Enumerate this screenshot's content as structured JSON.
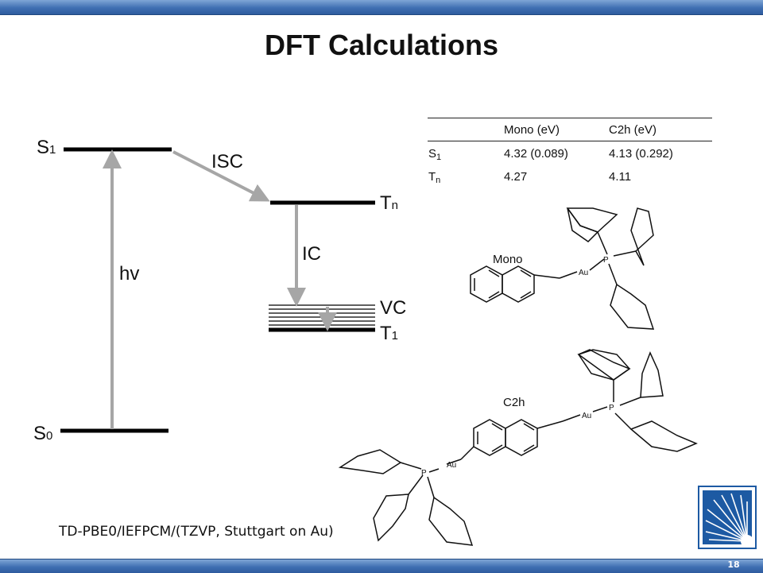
{
  "slide": {
    "title": "DFT Calculations",
    "page_number": "18",
    "footer": "TD-PBE0/IEFPCM/(TZVP,  Stuttgart on Au)"
  },
  "diagram": {
    "levels": {
      "s1": {
        "main": "S",
        "sub": "1"
      },
      "tn": {
        "main": "T",
        "sub": "n"
      },
      "vc": "VC",
      "t1": {
        "main": "T",
        "sub": "1"
      },
      "s0": {
        "main": "S",
        "sub": "0"
      }
    },
    "transitions": {
      "isc": "ISC",
      "ic": "IC",
      "hv": "hv"
    }
  },
  "table": {
    "headers": [
      "",
      "Mono (eV)",
      "C2h (eV)"
    ],
    "rows": [
      {
        "state": "S",
        "state_sub": "1",
        "mono": "4.32 (0.089)",
        "c2h": "4.13 (0.292)"
      },
      {
        "state": "T",
        "state_sub": "n",
        "mono": "4.27",
        "c2h": "4.11"
      }
    ]
  },
  "molecules": {
    "mono_label": "Mono",
    "c2h_label": "C2h",
    "atom_au": "Au",
    "atom_p": "P"
  },
  "colors": {
    "arrow_gray": "#a6a6a6",
    "bar_blue": "#3f6fb2",
    "logo_blue": "#1d5aa3"
  }
}
